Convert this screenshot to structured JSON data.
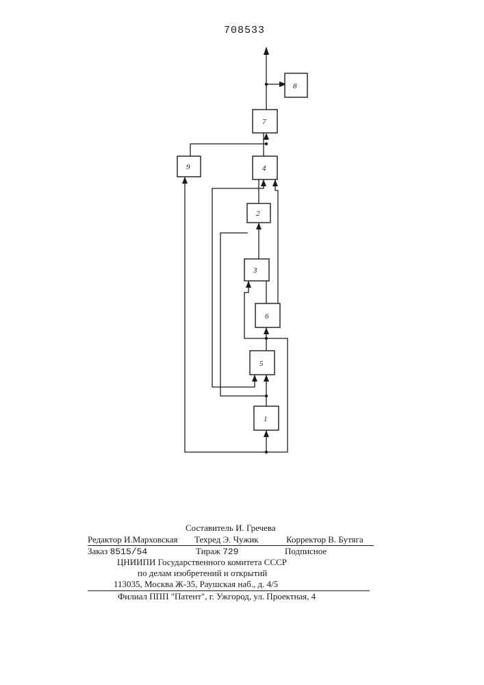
{
  "page_number": "708533",
  "blocks": {
    "b1": "1",
    "b2": "2",
    "b3": "3",
    "b4": "4",
    "b5": "5",
    "b6": "6",
    "b7": "7",
    "b8": "8",
    "b9": "9"
  },
  "footer": {
    "compiler": "Составитель И. Гречева",
    "editor": "Редактор И.Марховская",
    "techred": "Техред Э. Чужик",
    "corrector": "Корректор В. Бутяга",
    "order_label": "Заказ",
    "order_value": "8515/54",
    "tirage_label": "Тираж",
    "tirage_value": "729",
    "subscription": "Подписное",
    "org_line1": "ЦНИИПИ Государственного комитета СССР",
    "org_line2": "по делам изобретений и открытий",
    "address": "113035, Москва Ж-35, Раушская наб., д. 4/5",
    "branch": "Филиал ППП \"Патент\", г. Ужгород, ул. Проектная, 4"
  }
}
